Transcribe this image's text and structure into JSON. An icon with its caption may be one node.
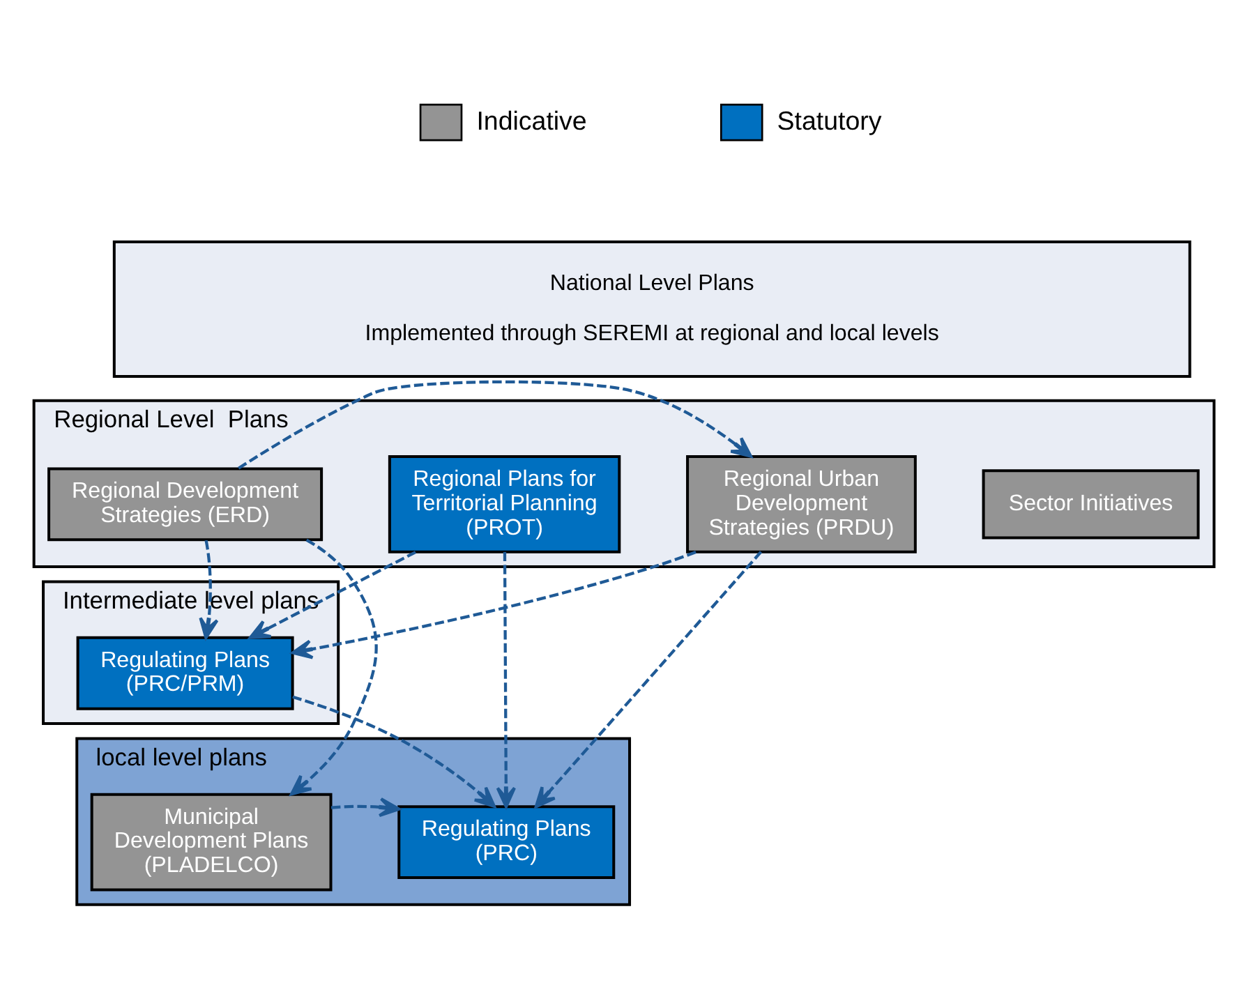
{
  "diagram": {
    "nodes": [
      {
        "text": [
          "National Level Plans",
          "Implemented through SEREMI at regional and local levels"
        ]
      },
      {
        "text": [
          "Regional Level  Plans"
        ]
      },
      {
        "text": [
          "Regional Development Strategies (ERD)"
        ],
        "in": 1
      },
      {
        "text": [
          "Regional Plans for Territorial Planning (PROT)"
        ],
        "in": 1
      },
      {
        "text": [
          "Regional Urban Development Strategies (PRDU)"
        ],
        "in": 1
      },
      {
        "text": [
          "Sector Initiatives"
        ],
        "in": 1
      },
      {
        "text": [
          "Intermediate level plans"
        ]
      },
      {
        "text": [
          "Regulating Plans (PRC/PRM)"
        ],
        "in": 6
      },
      {
        "text": [
          "local level plans"
        ]
      },
      {
        "text": [
          "Municipal Development Plans (PLADELCO)"
        ],
        "in": 8
      },
      {
        "text": [
          "Regulating Plans (PRC)"
        ],
        "in": 8
      }
    ],
    "edges": [
      {
        "from": 2,
        "to": 4,
        "arrow": "to",
        "style": "dashed"
      },
      {
        "from": 2,
        "to": 7,
        "arrow": "to",
        "style": "dashed"
      },
      {
        "from": 2,
        "to": 9,
        "arrow": "to",
        "style": "dashed"
      },
      {
        "from": 3,
        "to": 7,
        "arrow": "to",
        "style": "dashed"
      },
      {
        "from": 3,
        "to": 10,
        "arrow": "to",
        "style": "dashed"
      },
      {
        "from": 4,
        "to": 7,
        "arrow": "to",
        "style": "dashed"
      },
      {
        "from": 4,
        "to": 10,
        "arrow": "to",
        "style": "dashed"
      },
      {
        "from": 7,
        "to": 10,
        "arrow": "to",
        "style": "dashed"
      },
      {
        "from": 9,
        "to": 10,
        "arrow": "to",
        "style": "dashed"
      }
    ],
    "legend": [
      {
        "text": "Indicative",
        "color": "#949494"
      },
      {
        "text": "Statutory",
        "color": "#0070c0"
      }
    ]
  }
}
